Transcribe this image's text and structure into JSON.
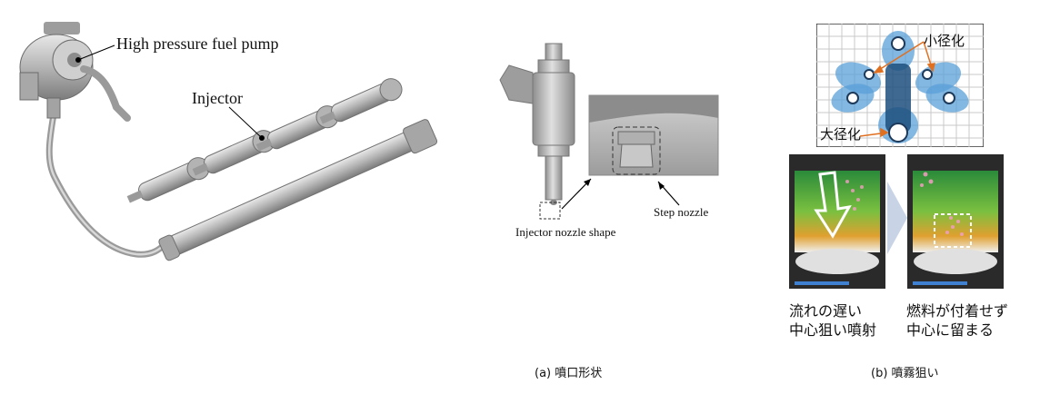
{
  "labels": {
    "pump": "High pressure fuel pump",
    "injector": "Injector",
    "nozzle_shape": "Injector nozzle shape",
    "step_nozzle": "Step nozzle",
    "small_dia": "小径化",
    "large_dia": "大径化",
    "note_left_1": "流れの遅い",
    "note_left_2": "中心狙い噴射",
    "note_right_1": "燃料が付着せず",
    "note_right_2": "中心に留まる"
  },
  "captions": {
    "a": "(a) 噴口形状",
    "b": "(b) 噴霧狙い"
  },
  "colors": {
    "metal": "#b9b9b9",
    "metal_dark": "#7a7a7a",
    "accent_orange": "#e07020",
    "spray_blue": "#5aa0d8",
    "grid": "#c8c8c8"
  }
}
